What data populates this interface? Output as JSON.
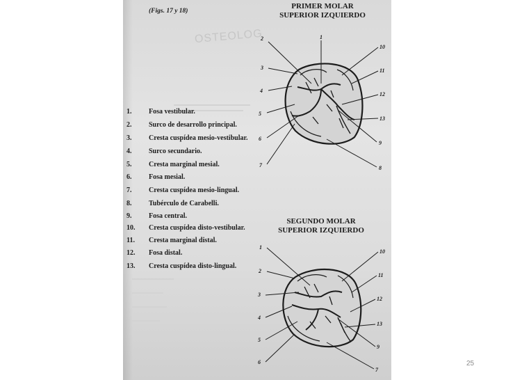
{
  "figure_reference": "(Figs. 17 y 18)",
  "watermark": "OSTEOLOG",
  "figure_1": {
    "title_line1": "PRIMER MOLAR",
    "title_line2": "SUPERIOR IZQUIERDO",
    "labels": [
      "1",
      "2",
      "3",
      "4",
      "5",
      "6",
      "7",
      "8",
      "9",
      "10",
      "11",
      "12",
      "13"
    ]
  },
  "figure_2": {
    "title_line1": "SEGUNDO MOLAR",
    "title_line2": "SUPERIOR IZQUIERDO",
    "labels": [
      "1",
      "2",
      "3",
      "4",
      "5",
      "6",
      "7",
      "9",
      "10",
      "11",
      "12",
      "13"
    ]
  },
  "legend": [
    {
      "num": "1.",
      "text": "Fosa vestibular."
    },
    {
      "num": "2.",
      "text": "Surco de desarrollo principal."
    },
    {
      "num": "3.",
      "text": "Cresta cuspídea mesio-vestibular."
    },
    {
      "num": "4.",
      "text": "Surco secundario."
    },
    {
      "num": "5.",
      "text": "Cresta marginal mesial."
    },
    {
      "num": "6.",
      "text": "Fosa mesial."
    },
    {
      "num": "7.",
      "text": "Cresta cuspídea mesio-lingual."
    },
    {
      "num": "8.",
      "text": "Tubérculo de Carabelli."
    },
    {
      "num": "9.",
      "text": "Fosa central."
    },
    {
      "num": "10.",
      "text": "Cresta cuspídea disto-vestibular."
    },
    {
      "num": "11.",
      "text": "Cresta marginal distal."
    },
    {
      "num": "12.",
      "text": "Fosa distal."
    },
    {
      "num": "13.",
      "text": "Cresta cuspídea disto-lingual."
    }
  ],
  "slide_number": "25"
}
